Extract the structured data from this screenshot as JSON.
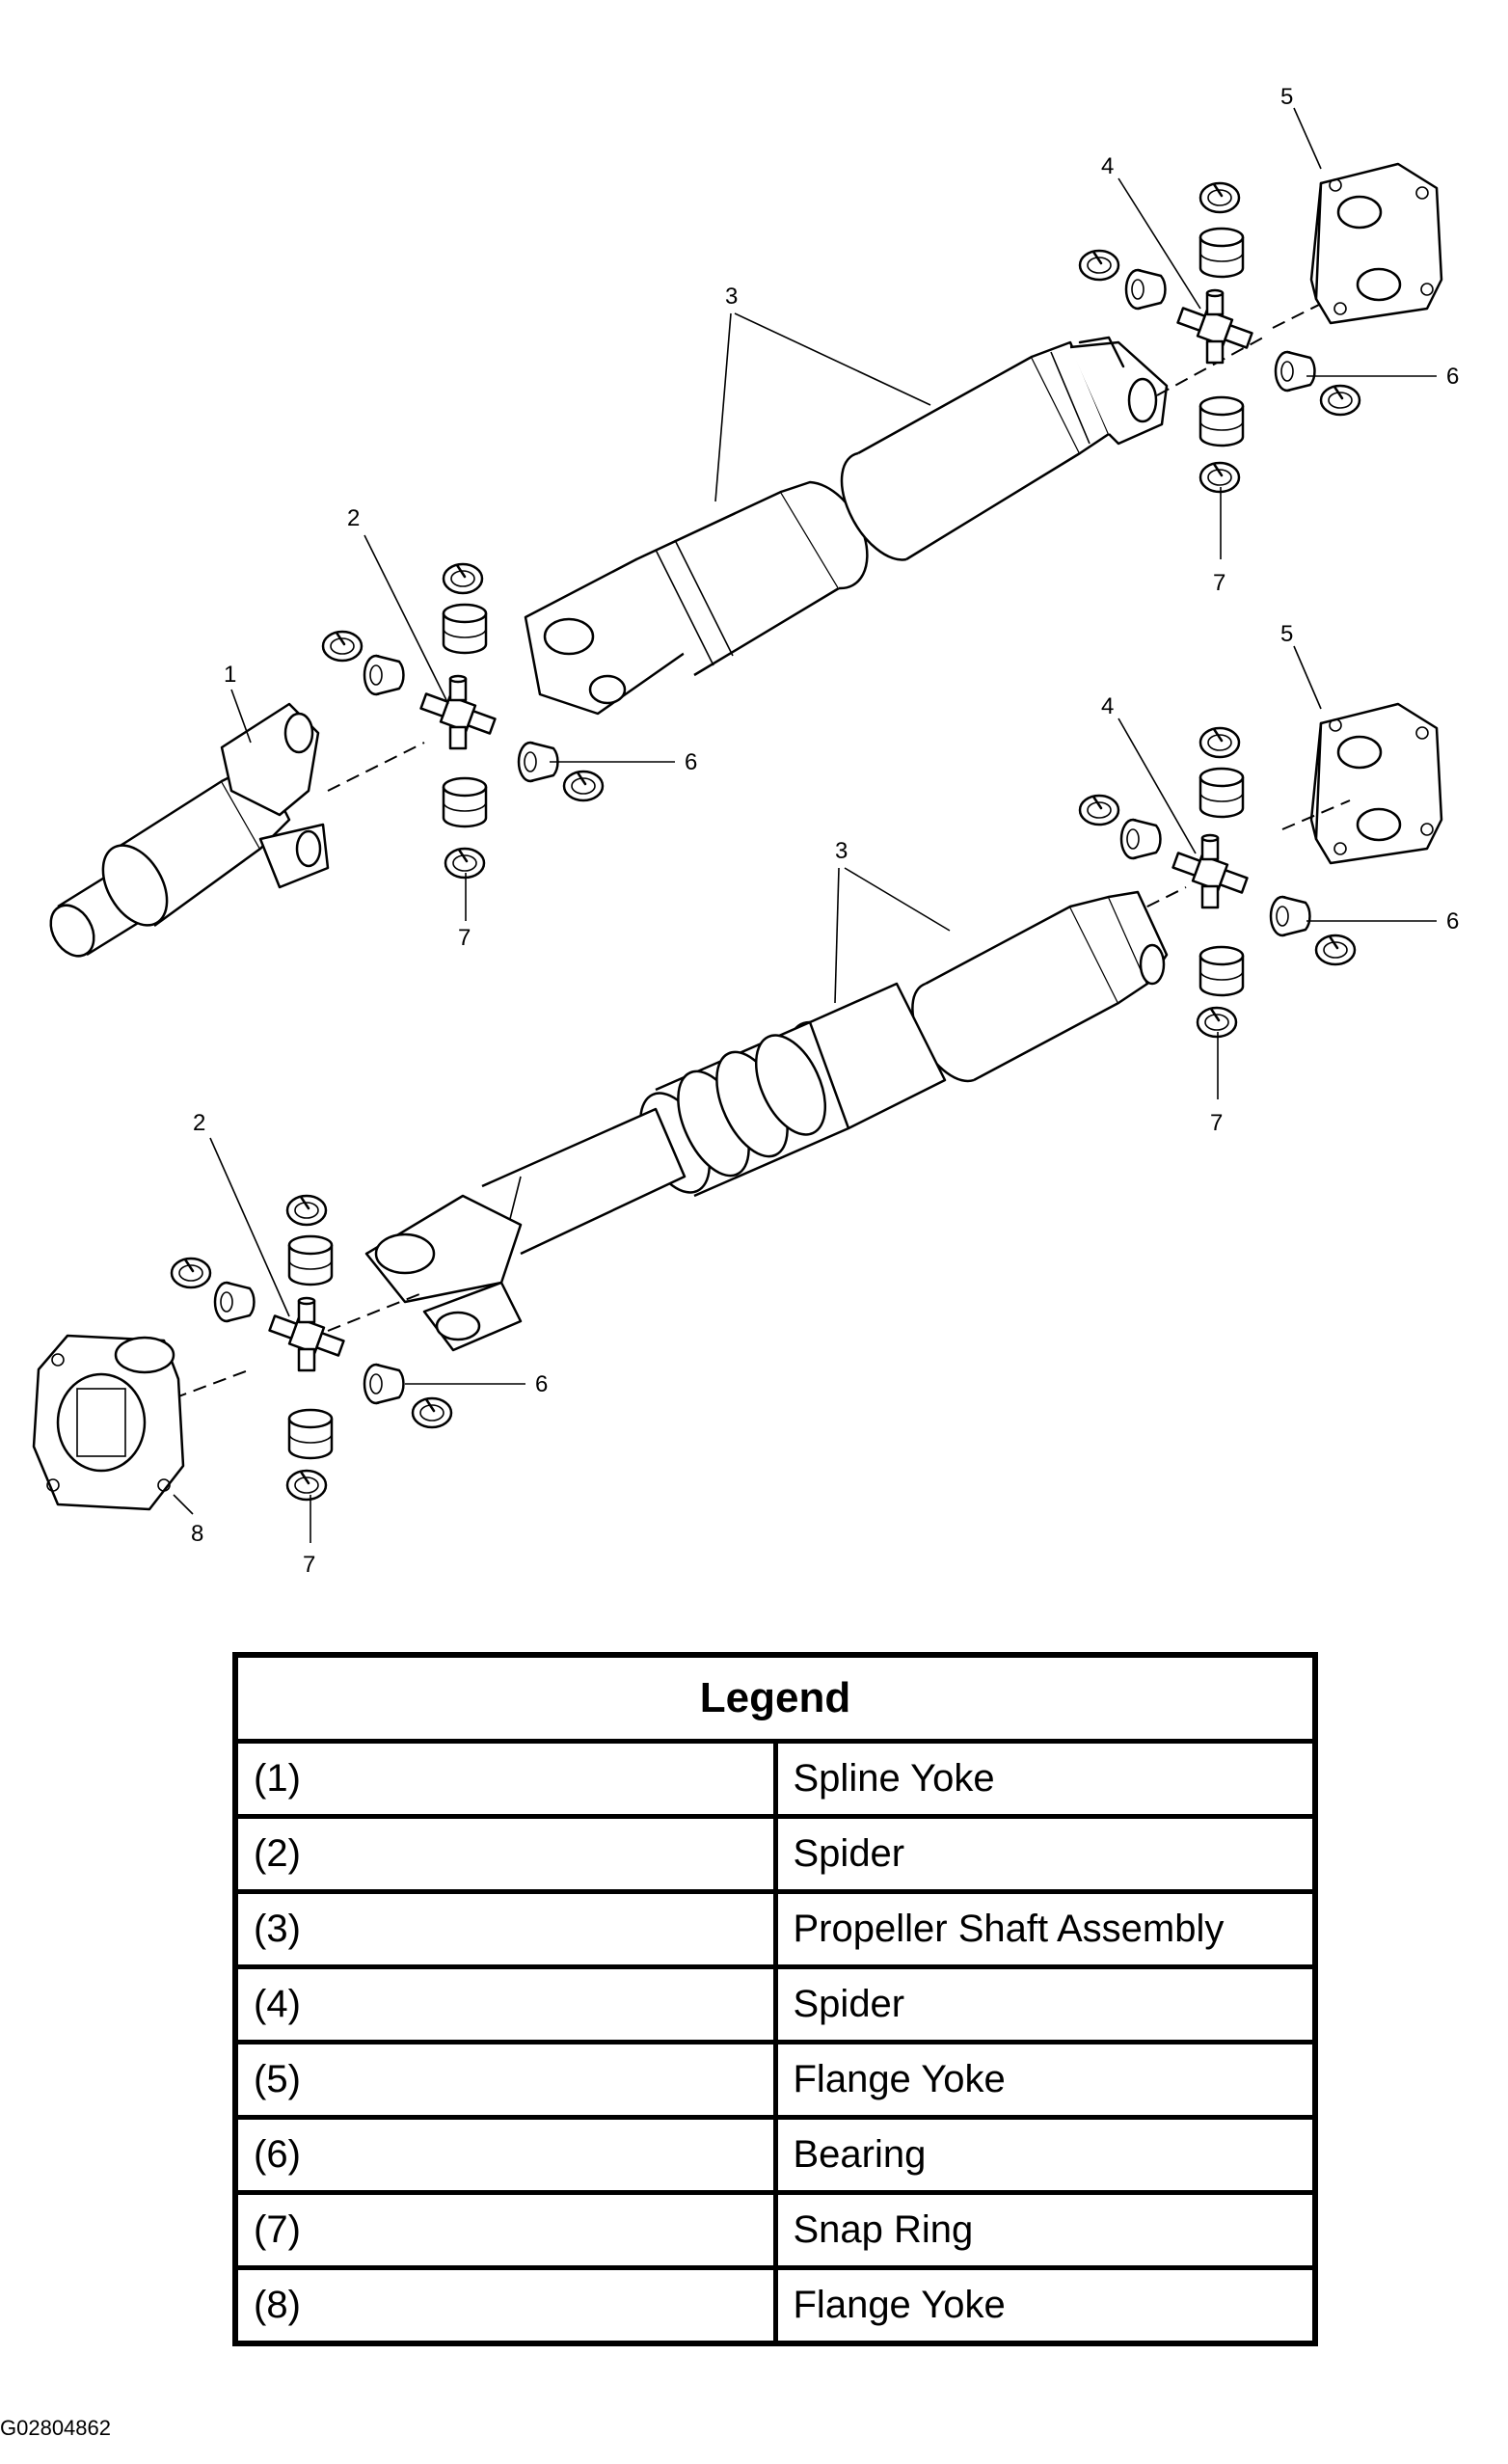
{
  "callouts": {
    "top": {
      "c1": "1",
      "c2": "2",
      "c3": "3",
      "c4": "4",
      "c5": "5",
      "c6a": "6",
      "c6b": "6",
      "c7a": "7",
      "c7b": "7"
    },
    "bottom": {
      "c2": "2",
      "c3": "3",
      "c4": "4",
      "c5": "5",
      "c6a": "6",
      "c6b": "6",
      "c7a": "7",
      "c7b": "7",
      "c8": "8"
    }
  },
  "legend": {
    "title": "Legend",
    "rows": [
      {
        "num": "(1)",
        "label": "Spline Yoke"
      },
      {
        "num": "(2)",
        "label": "Spider"
      },
      {
        "num": "(3)",
        "label": "Propeller Shaft Assembly"
      },
      {
        "num": "(4)",
        "label": "Spider"
      },
      {
        "num": "(5)",
        "label": "Flange Yoke"
      },
      {
        "num": "(6)",
        "label": "Bearing"
      },
      {
        "num": "(7)",
        "label": "Snap Ring"
      },
      {
        "num": "(8)",
        "label": "Flange Yoke"
      }
    ]
  },
  "figure_id": "G02804862"
}
